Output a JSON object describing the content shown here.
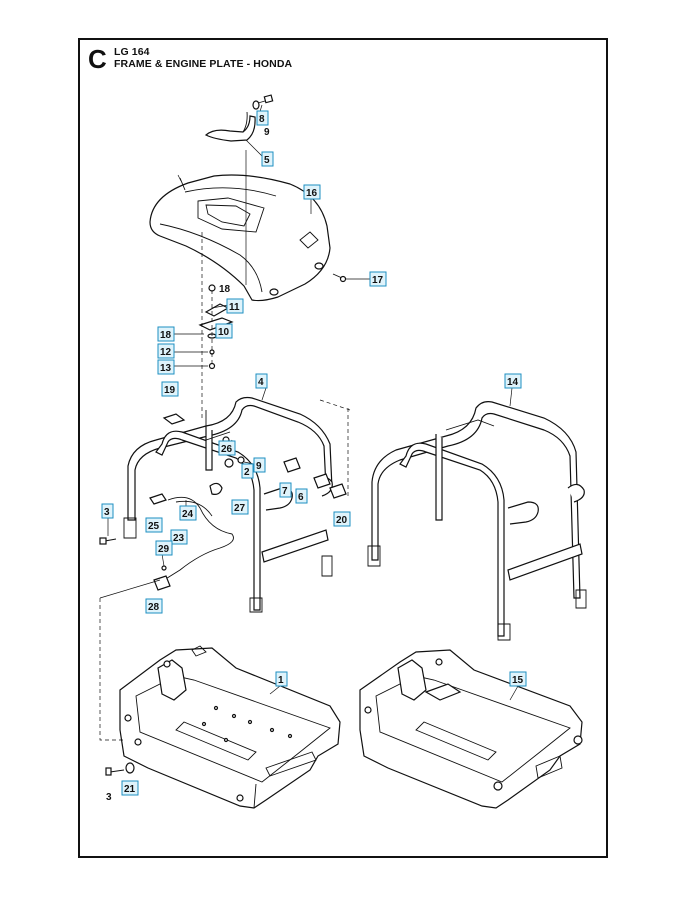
{
  "header": {
    "section_letter": "C",
    "model": "LG 164",
    "title": "FRAME & ENGINE PLATE - HONDA"
  },
  "callouts": [
    {
      "id": "c8",
      "label": "8",
      "boxed": true
    },
    {
      "id": "c9a",
      "label": "9",
      "boxed": false
    },
    {
      "id": "c5",
      "label": "5",
      "boxed": true
    },
    {
      "id": "c16",
      "label": "16",
      "boxed": true
    },
    {
      "id": "c17",
      "label": "17",
      "boxed": true
    },
    {
      "id": "c18a",
      "label": "18",
      "boxed": false
    },
    {
      "id": "c11",
      "label": "11",
      "boxed": true
    },
    {
      "id": "c10",
      "label": "10",
      "boxed": true
    },
    {
      "id": "c18b",
      "label": "18",
      "boxed": true
    },
    {
      "id": "c12",
      "label": "12",
      "boxed": true
    },
    {
      "id": "c13",
      "label": "13",
      "boxed": true
    },
    {
      "id": "c19",
      "label": "19",
      "boxed": true
    },
    {
      "id": "c4",
      "label": "4",
      "boxed": true
    },
    {
      "id": "c14",
      "label": "14",
      "boxed": true
    },
    {
      "id": "c26",
      "label": "26",
      "boxed": true
    },
    {
      "id": "c9b",
      "label": "9",
      "boxed": true
    },
    {
      "id": "c2",
      "label": "2",
      "boxed": true
    },
    {
      "id": "c7",
      "label": "7",
      "boxed": true
    },
    {
      "id": "c6",
      "label": "6",
      "boxed": true
    },
    {
      "id": "c27",
      "label": "27",
      "boxed": true
    },
    {
      "id": "c20",
      "label": "20",
      "boxed": true
    },
    {
      "id": "c3a",
      "label": "3",
      "boxed": true
    },
    {
      "id": "c24",
      "label": "24",
      "boxed": true
    },
    {
      "id": "c25",
      "label": "25",
      "boxed": true
    },
    {
      "id": "c23",
      "label": "23",
      "boxed": true
    },
    {
      "id": "c29",
      "label": "29",
      "boxed": true
    },
    {
      "id": "c28",
      "label": "28",
      "boxed": true
    },
    {
      "id": "c1",
      "label": "1",
      "boxed": true
    },
    {
      "id": "c15",
      "label": "15",
      "boxed": true
    },
    {
      "id": "c3b",
      "label": "3",
      "boxed": false
    },
    {
      "id": "c21",
      "label": "21",
      "boxed": true
    }
  ]
}
